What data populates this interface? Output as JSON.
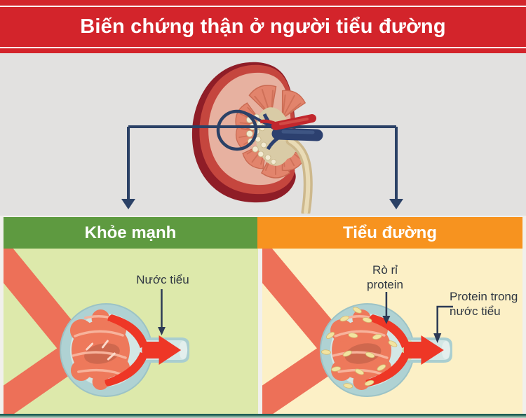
{
  "title": "Biến chứng thận ở người tiểu đường",
  "diagram": {
    "kidney_icon": "kidney-cross-section",
    "highlighted_region": "renal-pyramid-magnifier-circle"
  },
  "panels": {
    "healthy": {
      "header": "Khỏe mạnh",
      "labels": {
        "urine": "Nước tiểu"
      }
    },
    "diabetes": {
      "header": "Tiểu đường",
      "labels": {
        "leak_line1": "Rò rỉ",
        "leak_line2": "protein",
        "urine_protein_line1": "Protein trong",
        "urine_protein_line2": "nước tiểu"
      }
    }
  },
  "colors": {
    "banner_red": "#d3242b",
    "healthy_green": "#5e9a40",
    "diabetes_orange": "#f7931f",
    "healthy_panel_bg": "#dde9ab",
    "diabetes_panel_bg": "#fcf0c6",
    "connector_navy": "#2b4166",
    "bottom_border_teal": "#1d5e54"
  }
}
